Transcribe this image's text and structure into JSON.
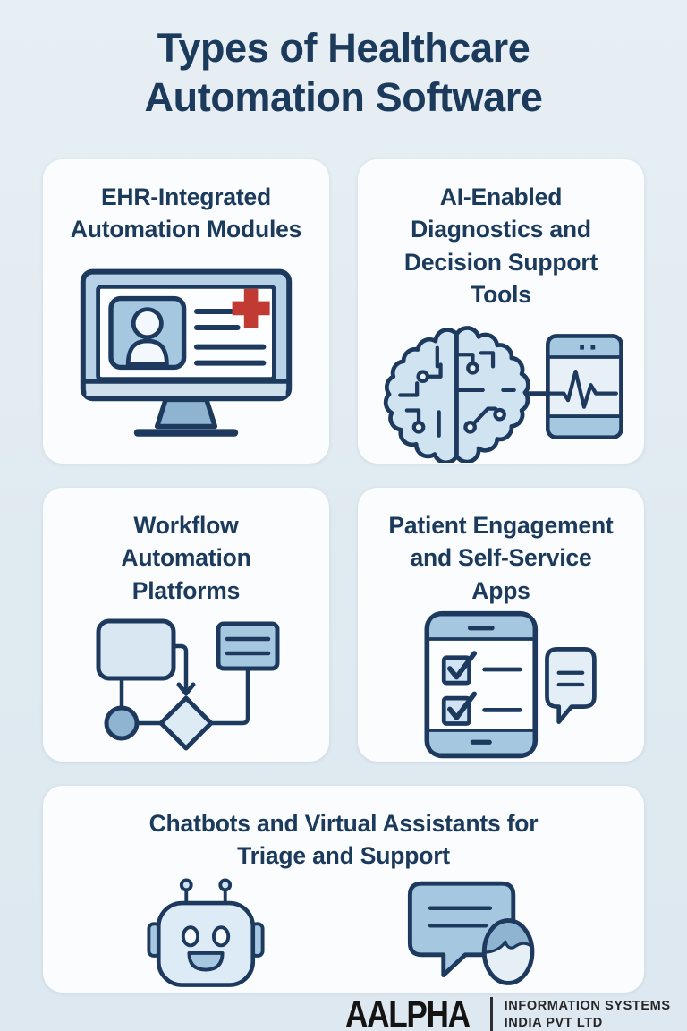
{
  "infographic": {
    "title": "Types of Healthcare\nAutomation Software"
  },
  "cards": [
    {
      "title": "EHR-Integrated\nAutomation Modules",
      "icon": "ehr-monitor-icon"
    },
    {
      "title": "AI-Enabled\nDiagnostics and\nDecision Support\nTools",
      "icon": "brain-diagnostics-icon"
    },
    {
      "title": "Workflow\nAutomation\nPlatforms",
      "icon": "flowchart-icon"
    },
    {
      "title": "Patient Engagement\nand Self-Service\nApps",
      "icon": "phone-checklist-chat-icon"
    },
    {
      "title": "Chatbots and Virtual Assistants for\nTriage and Support",
      "icon": "robot-and-chat-icon"
    }
  ],
  "footer": {
    "brand": "AALPHA",
    "subtext": "INFORMATION SYSTEMS\nINDIA PVT LTD"
  },
  "palette": {
    "background": "#e0eaf1",
    "card": "#fafcfd",
    "heading_text": "#1b3a5c",
    "icon_outline": "#1d3a5e",
    "icon_light_fill": "#d6e5f1",
    "icon_mid_fill": "#a6c7e0",
    "icon_deep_fill": "#8fb4d1",
    "medical_cross_red": "#c13b32",
    "logo_text": "#141414"
  }
}
